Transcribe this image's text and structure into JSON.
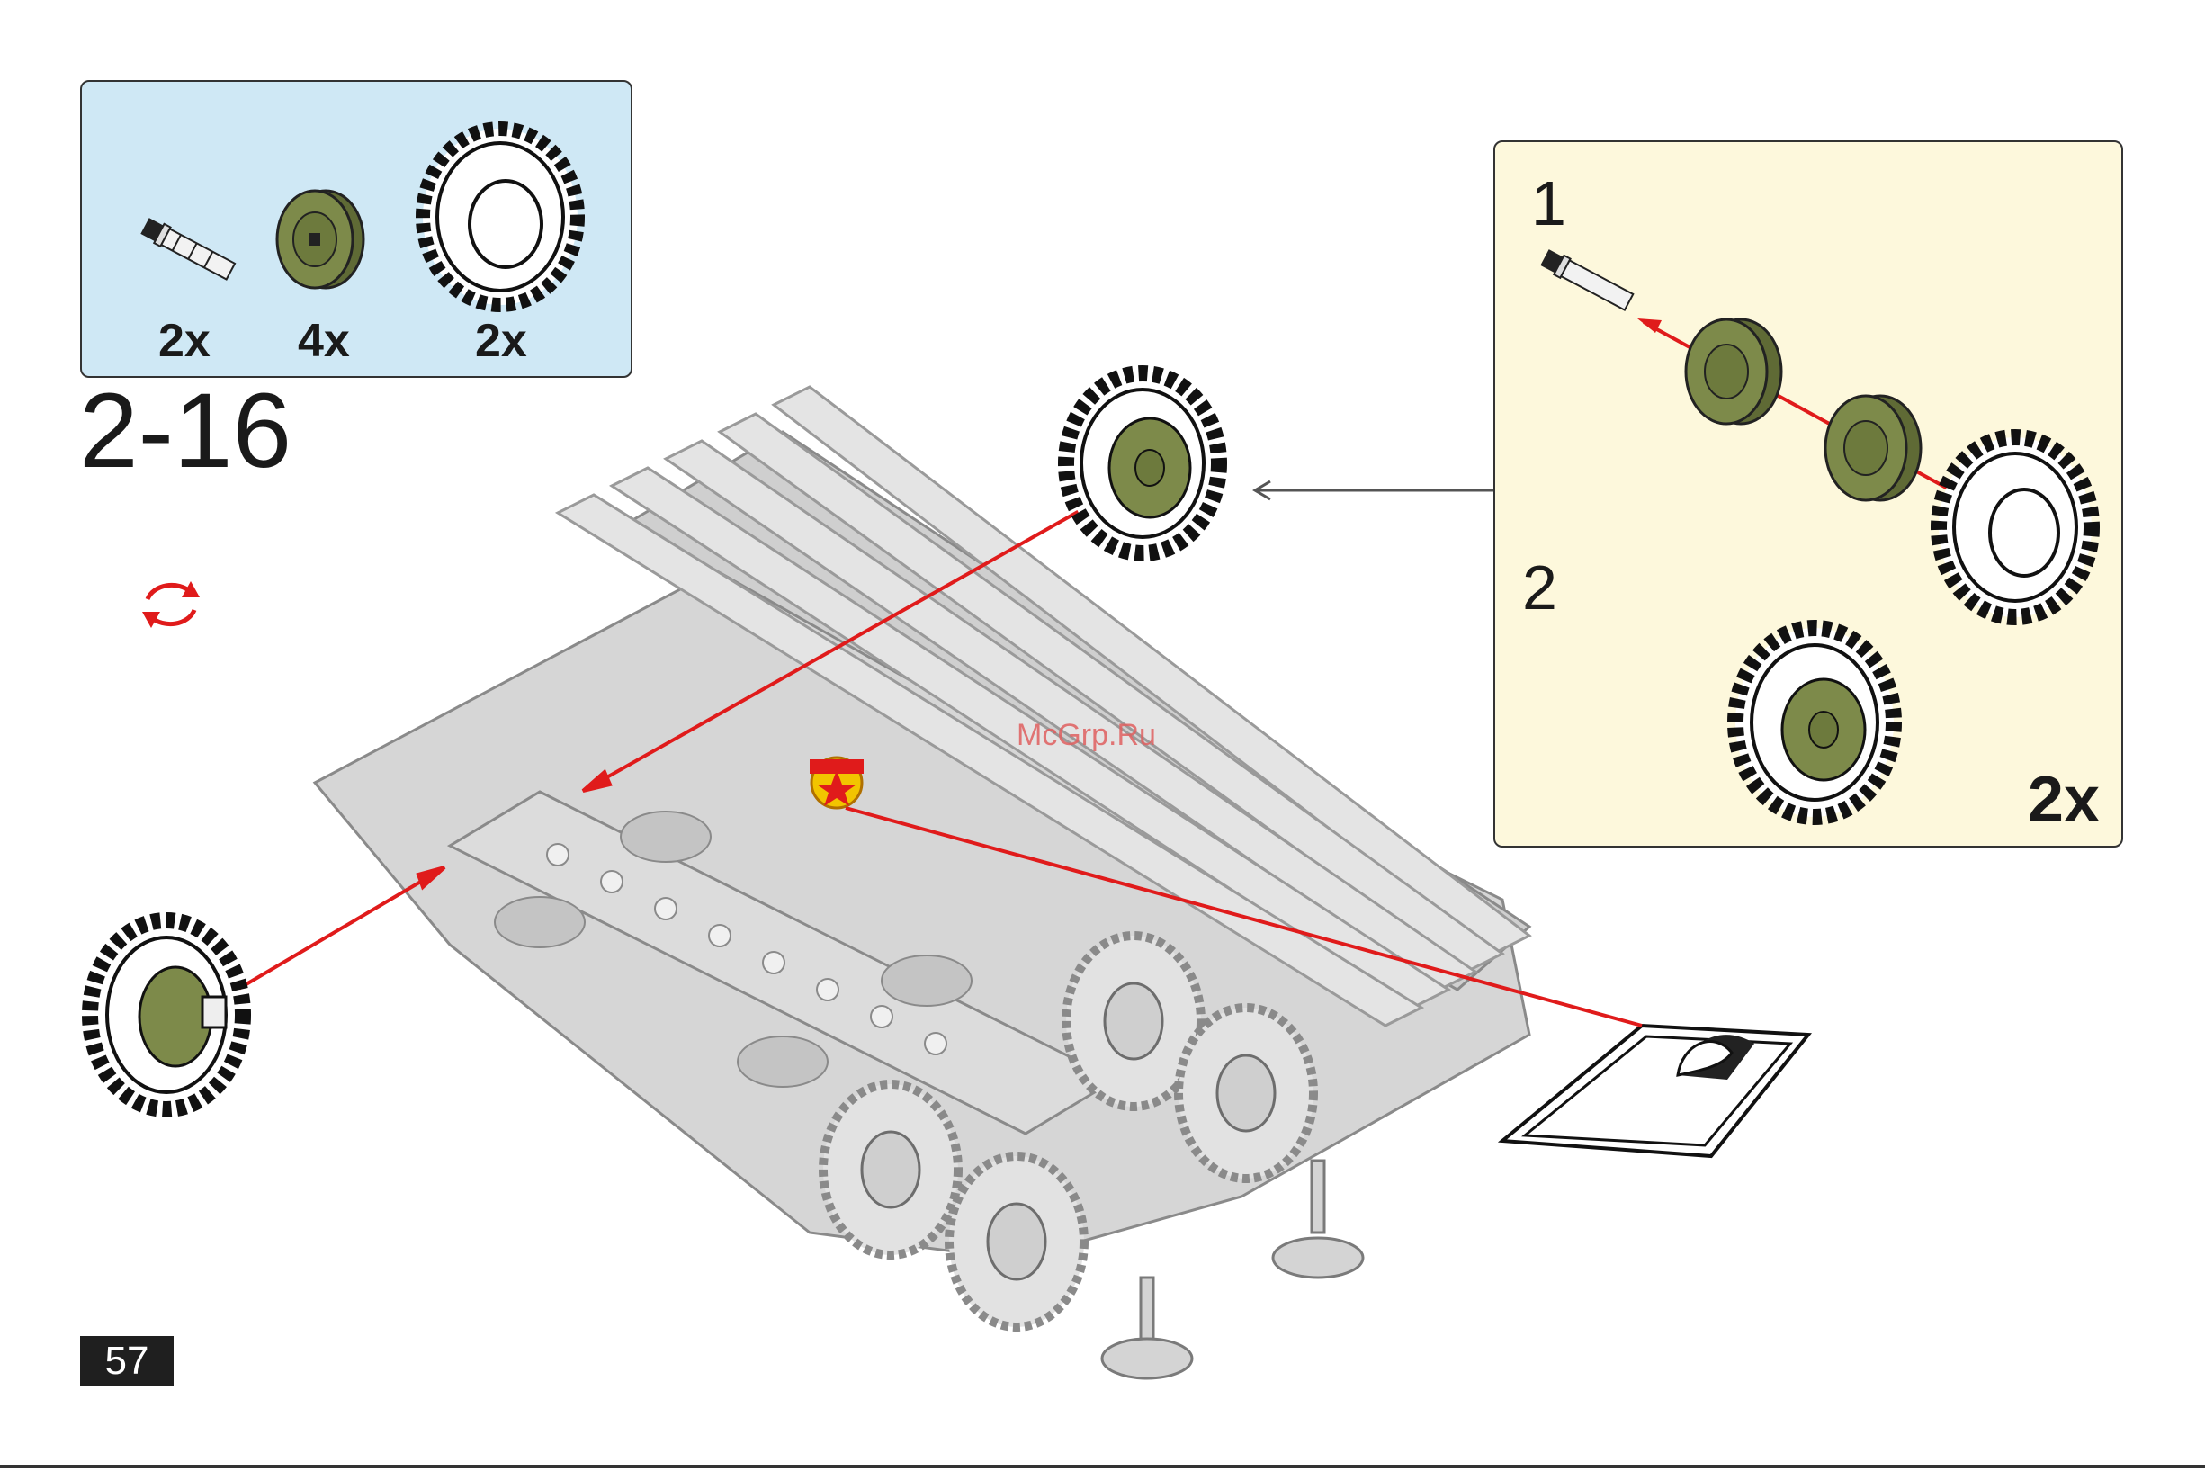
{
  "parts_box": {
    "items": [
      {
        "icon": "axle-pin-icon",
        "qty": "2x"
      },
      {
        "icon": "green-hub-icon",
        "qty": "4x"
      },
      {
        "icon": "tire-icon",
        "qty": "2x"
      }
    ]
  },
  "step": {
    "number": "2-16"
  },
  "subassembly": {
    "step1_label": "1",
    "step2_label": "2",
    "qty": "2x"
  },
  "watermark": "McGrp.Ru",
  "page": {
    "number": "57"
  },
  "colors": {
    "parts_bg": "#cfe8f5",
    "sub_bg": "#fdf8dc",
    "hub_green": "#7d8a4a",
    "arrow_red": "#e01b1b",
    "model_gray": "#c9c9c9"
  }
}
